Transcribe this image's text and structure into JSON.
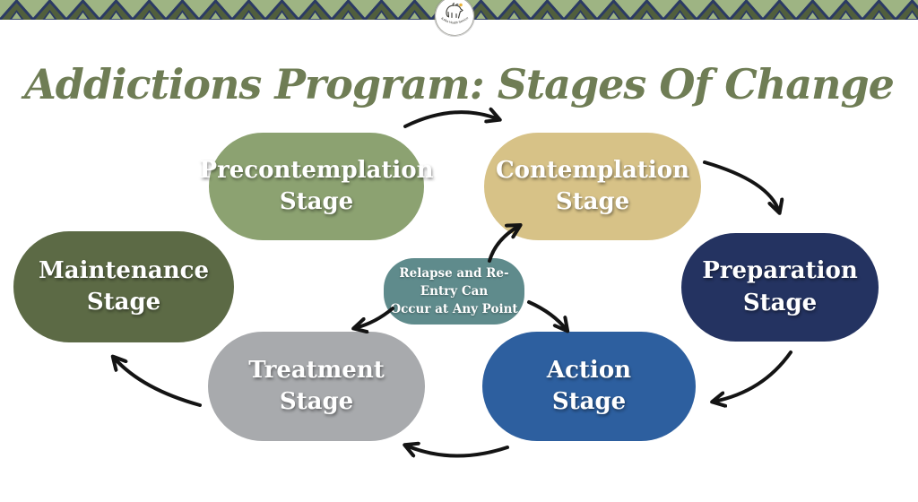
{
  "header": {
    "title": "Addictions Program: Stages Of Change",
    "title_color": "#6F7D55",
    "logo_org": "Siksika Health Services"
  },
  "border_pattern": {
    "background": "#9EB483",
    "triangle": "#515F3D",
    "zigzag": "#2B3A63"
  },
  "stages": [
    {
      "label": "Precontemplation\nStage",
      "color": "#8CA271"
    },
    {
      "label": "Contemplation\nStage",
      "color": "#D7C287"
    },
    {
      "label": "Preparation\nStage",
      "color": "#243361"
    },
    {
      "label": "Action\nStage",
      "color": "#2D5F9F"
    },
    {
      "label": "Treatment\nStage",
      "color": "#A8AAAD"
    },
    {
      "label": "Maintenance\nStage",
      "color": "#5C6A45"
    }
  ],
  "center_note": {
    "label": "Relapse and Re-Entry Can\nOccur at Any Point",
    "color": "#5F8B8C"
  },
  "arrows": {
    "color": "#141414"
  }
}
